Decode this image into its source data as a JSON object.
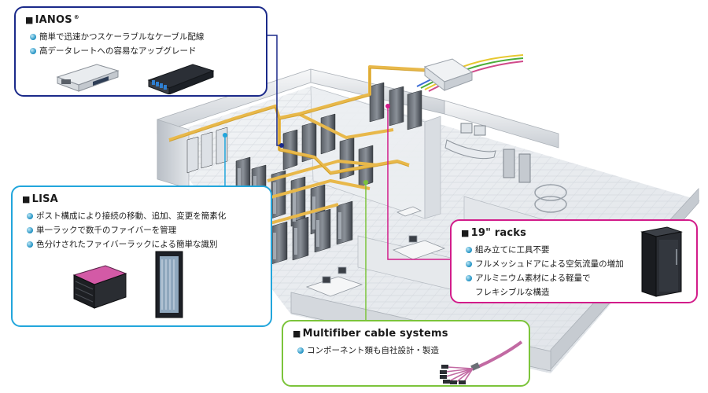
{
  "callouts": {
    "ianos": {
      "title": "IANOS",
      "title_mark": "®",
      "bullets": [
        "簡単で迅速かつスケーラブルなケーブル配線",
        "高データレートへの容易なアップグレード"
      ]
    },
    "lisa": {
      "title": "LISA",
      "bullets": [
        "ポスト構成により接続の移動、追加、変更を簡素化",
        "単一ラックで数千のファイバーを管理",
        "色分けされたファイバーラックによる簡単な識別"
      ]
    },
    "racks": {
      "title": "19\" racks",
      "bullets": [
        "組み立てに工具不要",
        "フルメッシュドアによる空気流量の増加",
        "アルミニウム素材による軽量で"
      ],
      "bullet_continuation": "フレキシブルな構造"
    },
    "multifiber": {
      "title": "Multifiber cable systems",
      "bullets": [
        "コンポーネント類も自社設計・製造"
      ]
    }
  },
  "colors": {
    "ianos_border": "#1b2a8a",
    "lisa_border": "#22a6dc",
    "racks_border": "#d21c8a",
    "multifiber_border": "#7cc43b",
    "cable_tray": "#e8b84a",
    "bullet": "#1d8fc1"
  }
}
